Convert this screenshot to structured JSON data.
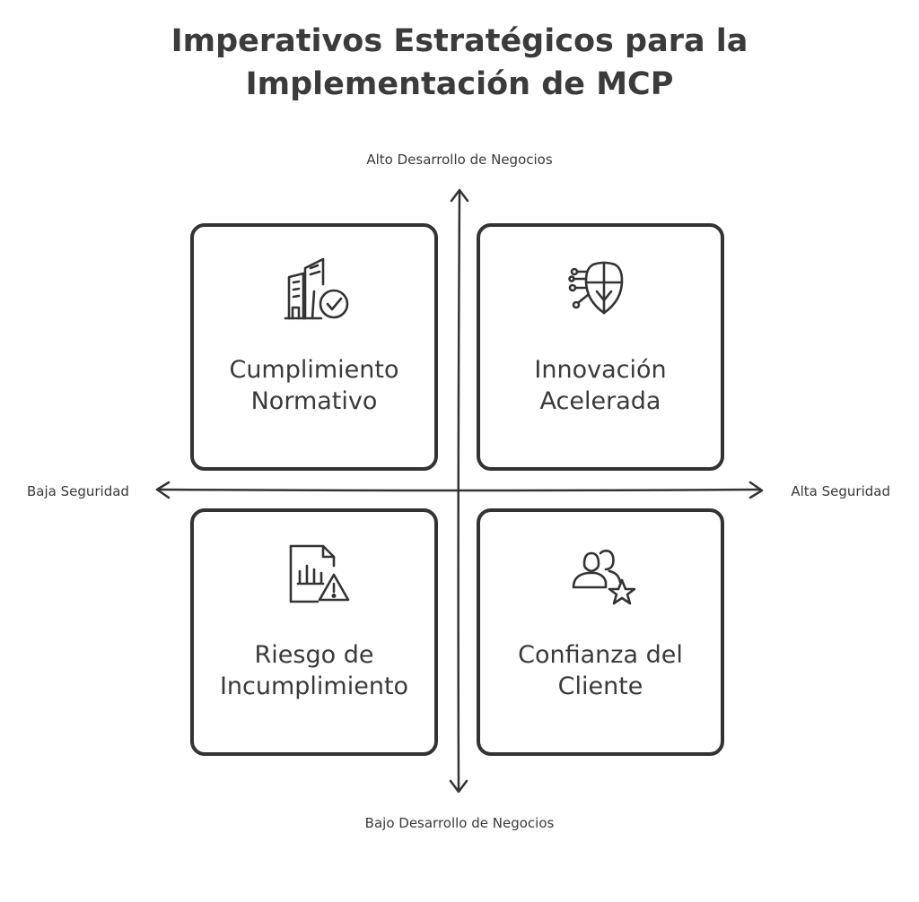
{
  "title": {
    "line1": "Imperativos Estratégicos para la",
    "line2": "Implementación de MCP"
  },
  "axes": {
    "top": "Alto Desarrollo de Negocios",
    "bottom": "Bajo Desarrollo de Negocios",
    "left": "Baja Seguridad",
    "right": "Alta Seguridad"
  },
  "quadrants": {
    "top_left": {
      "line1": "Cumplimiento",
      "line2": "Normativo",
      "icon": "building-check-icon"
    },
    "top_right": {
      "line1": "Innovación",
      "line2": "Acelerada",
      "icon": "circuit-shield-icon"
    },
    "bottom_left": {
      "line1": "Riesgo de",
      "line2": "Incumplimiento",
      "icon": "report-warning-icon"
    },
    "bottom_right": {
      "line1": "Confianza del",
      "line2": "Cliente",
      "icon": "users-star-icon"
    }
  },
  "colors": {
    "stroke": "#333333",
    "text": "#3a3a3a",
    "background": "#ffffff"
  }
}
